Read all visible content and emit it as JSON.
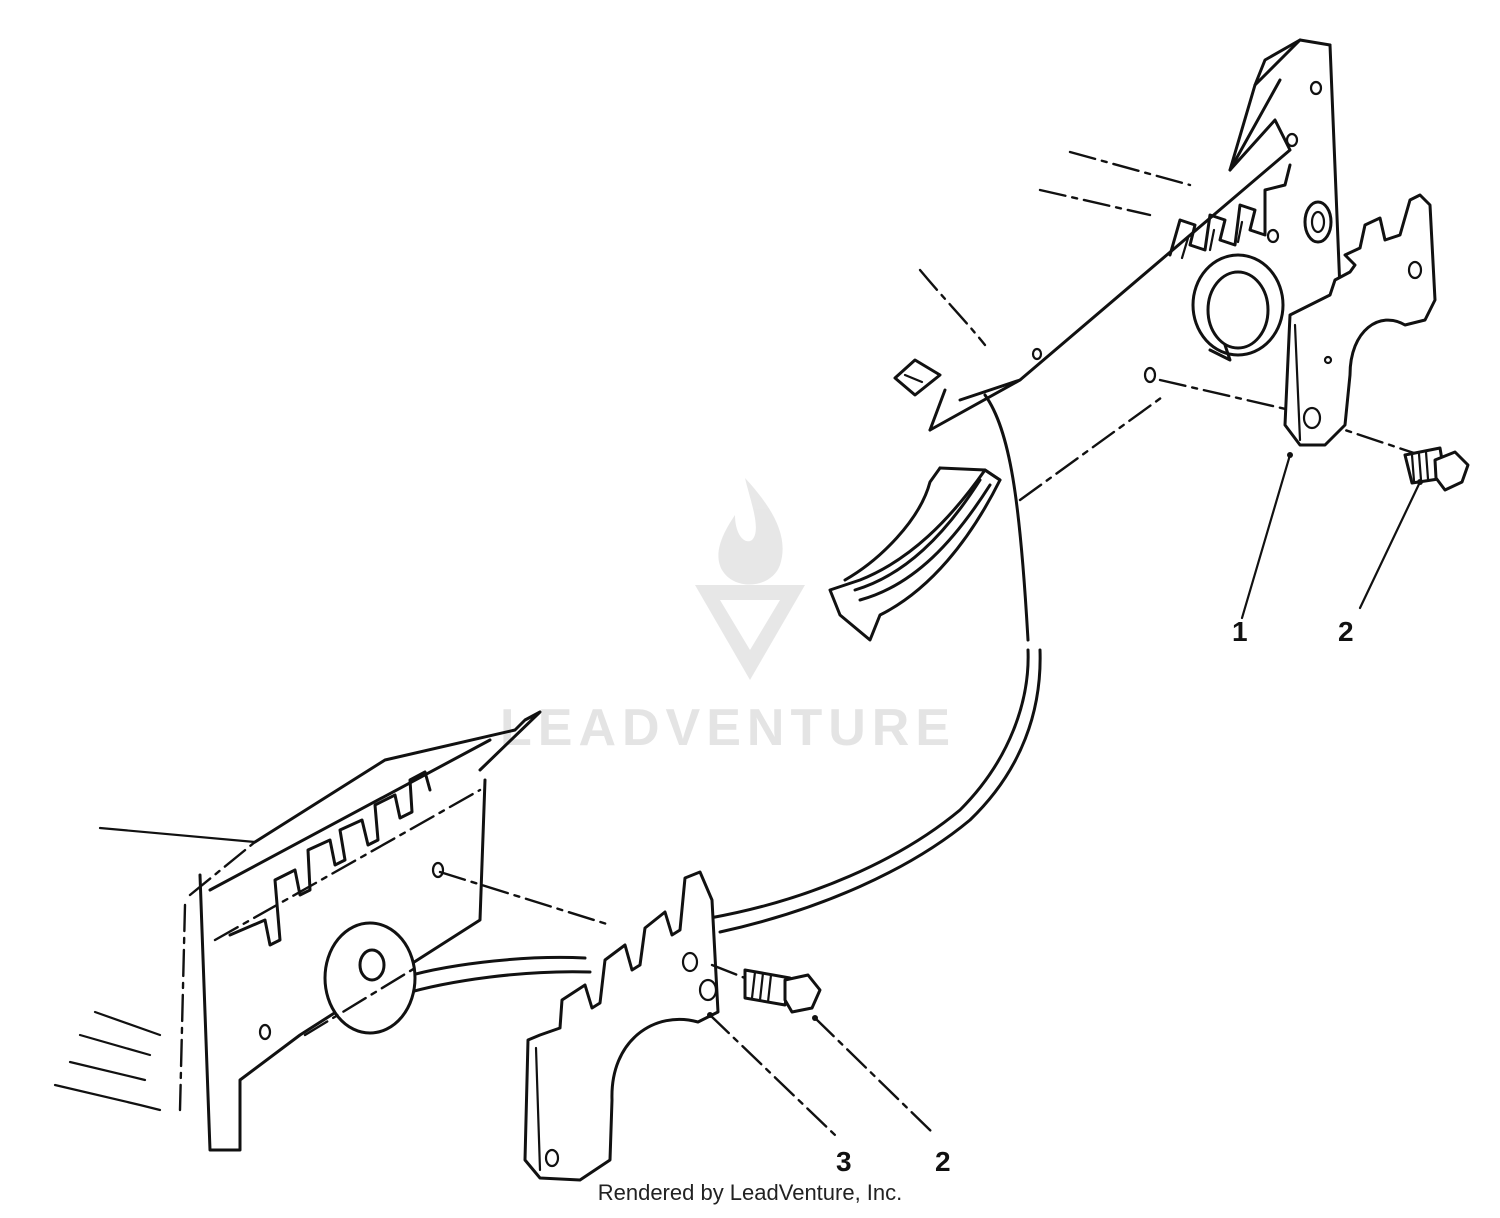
{
  "diagram": {
    "callouts": [
      {
        "id": "callout-1-top",
        "label": "1"
      },
      {
        "id": "callout-2-top",
        "label": "2"
      },
      {
        "id": "callout-3-bottom",
        "label": "3"
      },
      {
        "id": "callout-2-bottom",
        "label": "2"
      }
    ],
    "watermark": {
      "text": "LEADVENTURE"
    }
  },
  "footer": {
    "credit": "Rendered by LeadVenture, Inc."
  },
  "colors": {
    "ink": "#111111",
    "watermark": "#cfcfcf",
    "background": "#ffffff"
  }
}
